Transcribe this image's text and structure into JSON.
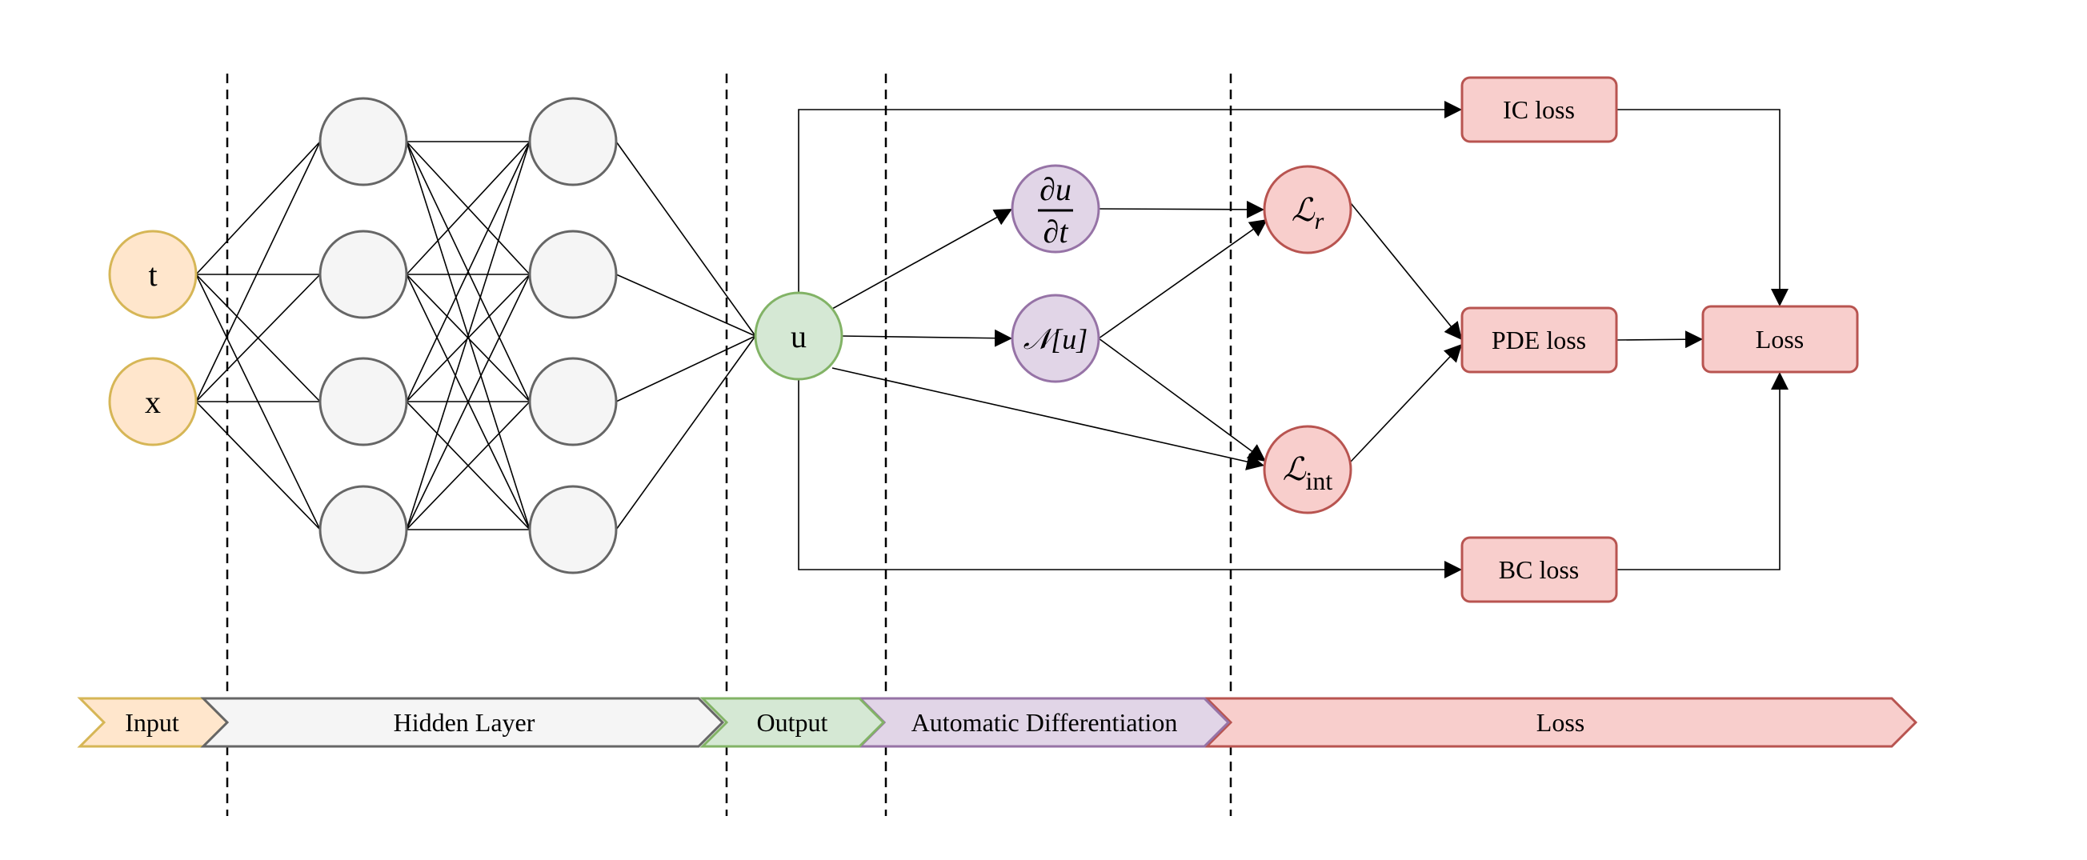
{
  "nodes": {
    "input": [
      "t",
      "x"
    ],
    "output": "u",
    "dudt": {
      "num": "∂u",
      "den": "∂t"
    },
    "operator": "𝒩[u]",
    "loss_r": {
      "base": "ℒ",
      "sub": "r"
    },
    "loss_int": {
      "base": "ℒ",
      "sub": "int"
    }
  },
  "boxes": {
    "ic": "IC loss",
    "pde": "PDE loss",
    "bc": "BC loss",
    "total": "Loss"
  },
  "stages": {
    "input": "Input",
    "hidden": "Hidden Layer",
    "output": "Output",
    "autodiff": "Automatic Differentiation",
    "loss": "Loss"
  },
  "colors": {
    "input_fill": "#ffe6cc",
    "input_stroke": "#d6b656",
    "hidden_fill": "#f5f5f5",
    "hidden_stroke": "#666666",
    "output_fill": "#d5e8d4",
    "output_stroke": "#82b366",
    "ad_fill": "#e1d5e7",
    "ad_stroke": "#9673a6",
    "loss_fill": "#f8cecc",
    "loss_stroke": "#b85450"
  }
}
